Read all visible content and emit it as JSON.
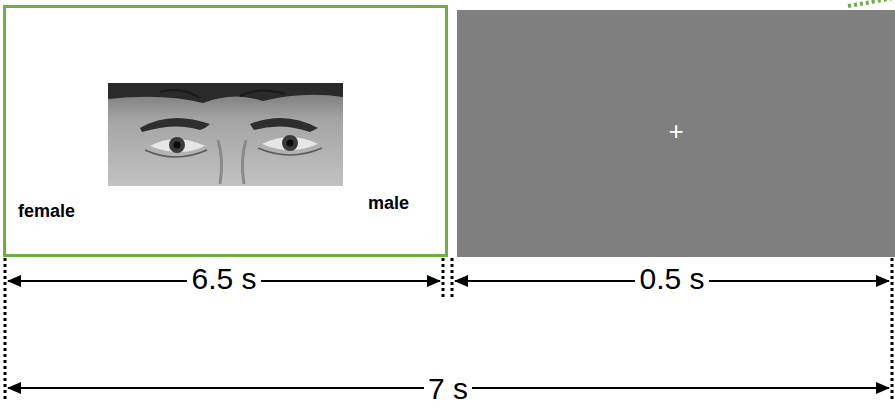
{
  "diagram": {
    "nodes": [
      {
        "text": [
          "female",
          "male"
        ]
      },
      {
        "text": [
          "+"
        ]
      }
    ],
    "labels": [
      "6.5 s",
      "0.5 s",
      "7 s"
    ]
  }
}
